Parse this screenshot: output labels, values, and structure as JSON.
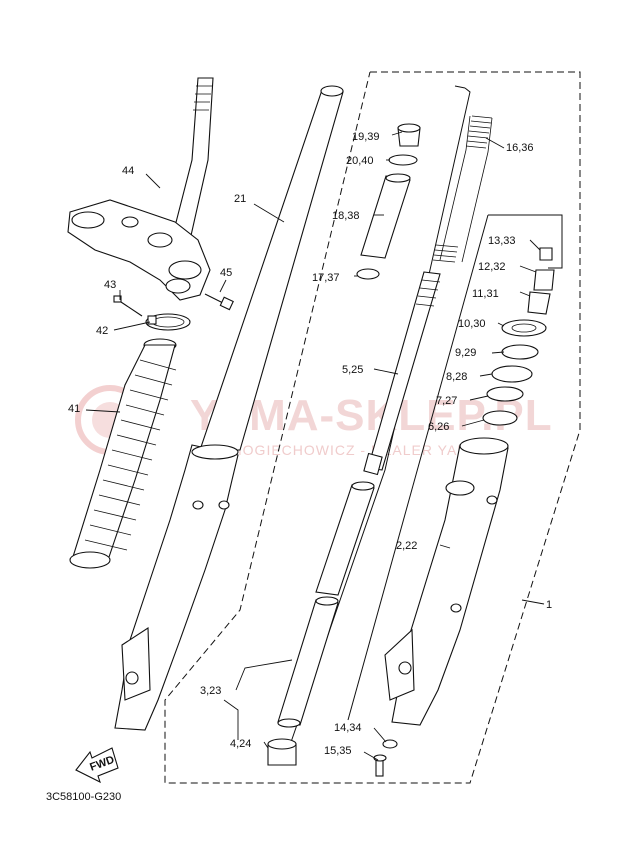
{
  "watermark": {
    "brand": "YAMA-SKLEP.PL",
    "subtitle": "MOGIECHOWICZ - DEALER YAMAHA"
  },
  "diagram_code": "3C58100-G230",
  "fwd_label": "FWD",
  "callouts": {
    "c44": "44",
    "c43": "43",
    "c45": "45",
    "c42": "42",
    "c41": "41",
    "c21": "21",
    "c19_39": "19,39",
    "c20_40": "20,40",
    "c18_38": "18,38",
    "c17_37": "17,37",
    "c16_36": "16,36",
    "c13_33": "13,33",
    "c12_32": "12,32",
    "c11_31": "11,31",
    "c10_30": "10,30",
    "c9_29": "9,29",
    "c8_28": "8,28",
    "c7_27": "7,27",
    "c6_26": "6,26",
    "c5_25": "5,25",
    "c2_22": "2,22",
    "c1": "1",
    "c3_23": "3,23",
    "c4_24": "4,24",
    "c14_34": "14,34",
    "c15_35": "15,35"
  },
  "colors": {
    "line": "#111111",
    "watermark": "#f2d6d6"
  }
}
